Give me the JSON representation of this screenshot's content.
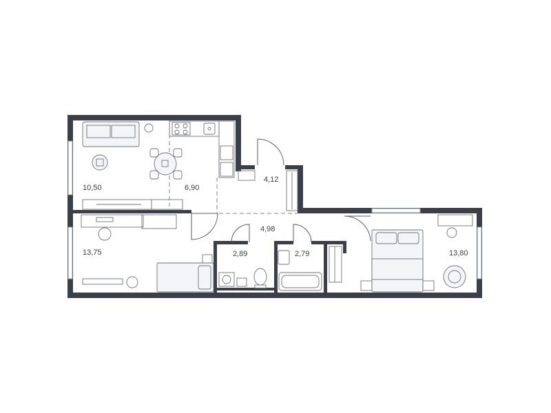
{
  "rooms": [
    {
      "id": "living",
      "area": "10,50"
    },
    {
      "id": "kitchen",
      "area": "6,90"
    },
    {
      "id": "hall-upper",
      "area": "4,12"
    },
    {
      "id": "corridor",
      "area": "4,98"
    },
    {
      "id": "bedroom-left",
      "area": "13,75"
    },
    {
      "id": "bathroom",
      "area": "2,89"
    },
    {
      "id": "washroom",
      "area": "2,79"
    },
    {
      "id": "bedroom-right",
      "area": "13,80"
    }
  ],
  "colors": {
    "wall": "#3b3f4a",
    "furniture": "#6d727b"
  }
}
